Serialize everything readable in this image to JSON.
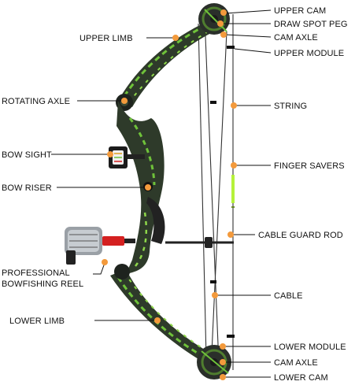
{
  "diagram": {
    "labels": {
      "upper_cam": "UPPER CAM",
      "draw_spot_peg": "DRAW SPOT PEG",
      "cam_axle_top": "CAM AXLE",
      "upper_module": "UPPER MODULE",
      "upper_limb": "UPPER LIMB",
      "rotating_axle": "ROTATING AXLE",
      "string": "STRING",
      "bow_sight": "BOW SIGHT",
      "finger_savers": "FINGER SAVERS",
      "bow_riser": "BOW RISER",
      "cable_guard_rod": "CABLE GUARD ROD",
      "reel_line1": "PROFESSIONAL",
      "reel_line2": "BOWFISHING REEL",
      "cable": "CABLE",
      "lower_limb": "LOWER LIMB",
      "lower_module": "LOWER MODULE",
      "cam_axle_bottom": "CAM AXLE",
      "lower_cam": "LOWER CAM"
    },
    "colors": {
      "callout_dot": "#f39a3c",
      "limb_green": "#6fc23a",
      "camo_dark": "#2e3a2a",
      "string_line": "#333333",
      "fiber_optic_green": "#b6f23a",
      "reel_red": "#d42020"
    }
  }
}
